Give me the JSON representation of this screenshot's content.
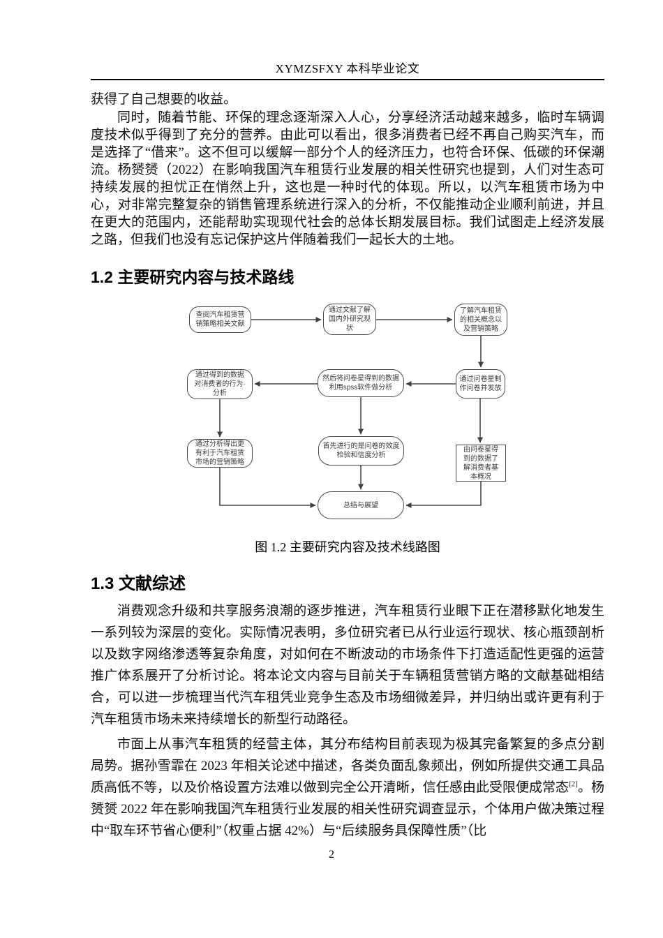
{
  "header": {
    "title": "XYMZSFXY 本科毕业论文"
  },
  "headings": {
    "h12": "1.2 主要研究内容与技术路线",
    "h13": "1.3 文献综述"
  },
  "paragraphs": {
    "p1": "获得了自己想要的收益。",
    "p2": "同时，随着节能、环保的理念逐渐深入人心，分享经济活动越来越多，临时车辆调度技术似乎得到了充分的营养。由此可以看出，很多消费者已经不再自己购买汽车，而是选择了“借来”。这不但可以缓解一部分个人的经济压力，也符合环保、低碳的环保潮流。杨赟赟（2022）在影响我国汽车租赁行业发展的相关性研究也提到，人们对生态可持续发展的担忧正在悄然上升，这也是一种时代的体现。所以，以汽车租赁市场为中心，对非常完整复杂的销售管理系统进行深入的分析，不仅能推动企业顺利前进，并且在更大的范围内，还能帮助实现现代社会的总体长期发展目标。我们试图走上经济发展之路，但我们也没有忘记保护这片伴随着我们一起长大的土地。",
    "p3": "消费观念升级和共享服务浪潮的逐步推进，汽车租赁行业眼下正在潜移默化地发生一系列较为深层的变化。实际情况表明，多位研究者已从行业运行现状、核心瓶颈剖析以及数字网络渗透等复杂角度，对如何在不断波动的市场条件下打造适配性更强的运营推广体系展开了分析讨论。将本论文内容与目前关于车辆租赁营销方略的文献基础相结合，可以进一步梳理当代汽车租凭业竞争生态及市场细微差异，并归纳出或许更有利于汽车租赁市场未来持续增长的新型行动路径。",
    "p4_a": "市面上从事汽车租赁的经营主体，其分布结构目前表现为极其完备繁复的多点分割局势。据孙雪霏在 2023 年相关论述中描述，各类负面乱象频出，例如所提供交通工具品质高低不等，以及价格设置方法难以做到完全公开清晰，信任感由此受限便成常态",
    "p4_sup": "[2]",
    "p4_b": "。杨赟赟 2022 年在影响我国汽车租赁行业发展的相关性研究调查显示，个体用户做决策过程中“取车环节省心便利”（权重占据 42%）与“后续服务具保障性质”（比"
  },
  "flowchart": {
    "n1": "查阅汽车租赁营\n销策略相关文献",
    "n2": "通过文献了解\n国内外研究现\n状",
    "n3": "了解汽车租赁\n的相关概念以\n及营销策略",
    "n4": "通过得到的数据\n对消费者的行为·\n分析",
    "n5": "然后将问卷星得到的数据\n利用spss软件做分析",
    "n6": "通过问卷星制\n作问卷并发放",
    "n7": "通过分析得出更\n有利于汽车租赁\n市场的营销策略",
    "n8": "首先进行的是问卷的效度\n检验和信度分析",
    "n9": "由问卷星得\n到的数据了\n解消费者基\n本概况",
    "n10": "总结与展望"
  },
  "figure": {
    "caption": "图 1.2 主要研究内容及技术线路图"
  },
  "footer": {
    "page_number": "2"
  },
  "colors": {
    "line": "#4a4a4a",
    "text": "#121212"
  }
}
